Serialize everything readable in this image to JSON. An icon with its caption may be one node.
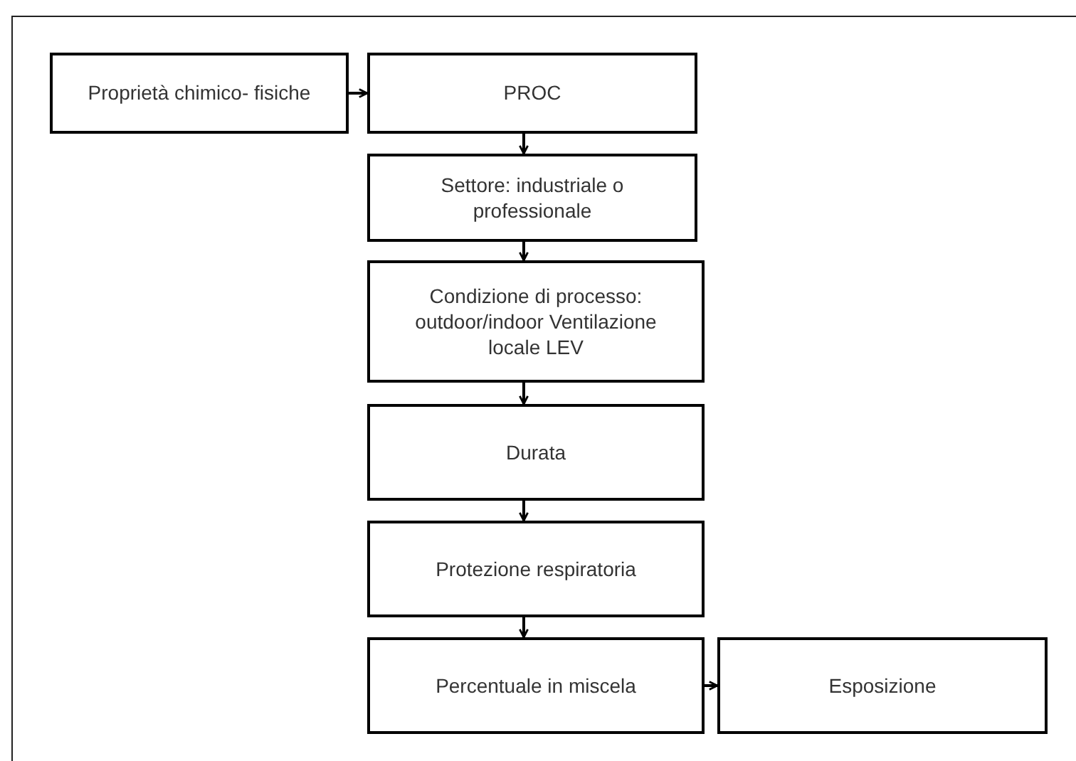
{
  "diagram": {
    "nodes": [
      {
        "text": [
          "Proprietà chimico- fisiche"
        ]
      },
      {
        "text": [
          "PROC"
        ]
      },
      {
        "text": [
          "Settore: industriale o professionale"
        ]
      },
      {
        "text": [
          "Condizione di processo: outdoor/indoor Ventilazione locale LEV"
        ]
      },
      {
        "text": [
          "Durata"
        ]
      },
      {
        "text": [
          "Protezione respiratoria"
        ]
      },
      {
        "text": [
          "Percentuale in miscela"
        ]
      },
      {
        "text": [
          "Esposizione"
        ]
      }
    ],
    "edges": [
      {
        "from": 0,
        "to": 1,
        "arrow": "to"
      },
      {
        "from": 1,
        "to": 2,
        "arrow": "to"
      },
      {
        "from": 2,
        "to": 3,
        "arrow": "to"
      },
      {
        "from": 3,
        "to": 4,
        "arrow": "to"
      },
      {
        "from": 4,
        "to": 5,
        "arrow": "to"
      },
      {
        "from": 5,
        "to": 6,
        "arrow": "to"
      },
      {
        "from": 6,
        "to": 7,
        "arrow": "to"
      }
    ]
  }
}
